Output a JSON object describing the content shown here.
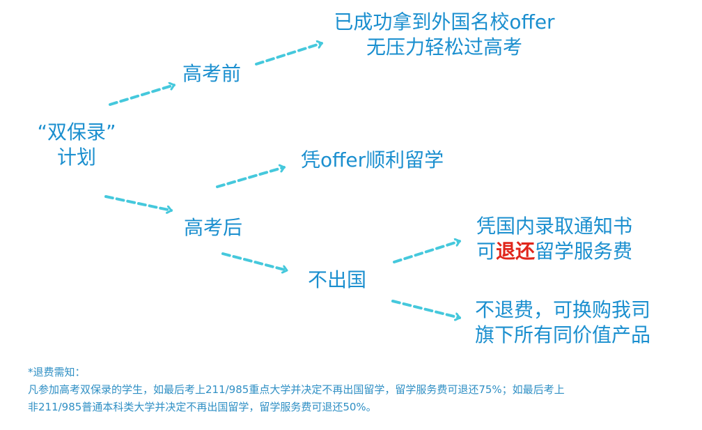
{
  "nodes": {
    "root": {
      "line1": "“双保录”",
      "line2": "计划"
    },
    "before_exam": "高考前",
    "before_outcome": {
      "line1": "已成功拿到外国名校offer",
      "line2": "无压力轻松过高考"
    },
    "after_exam": "高考后",
    "study_abroad": "凭offer顺利留学",
    "not_abroad": "不出国",
    "refund_outcome": {
      "line1": "凭国内录取通知书",
      "line2_prefix": "可",
      "line2_highlight": "退还",
      "line2_suffix": "留学服务费"
    },
    "no_refund_outcome": {
      "line1": "不退费，可换购我司",
      "line2": "旗下所有同价值产品"
    }
  },
  "notes": {
    "title": "*退费需知：",
    "line1": "凡参加高考双保录的学生，如最后考上211/985重点大学并决定不再出国留学，留学服务费可退还75%；如最后考上",
    "line2": "非211/985普通本科类大学并决定不再出国留学，留学服务费可退还50%。"
  },
  "colors": {
    "text": "#1b8fcf",
    "arrow": "#45c8dc",
    "highlight": "#e0261b"
  }
}
